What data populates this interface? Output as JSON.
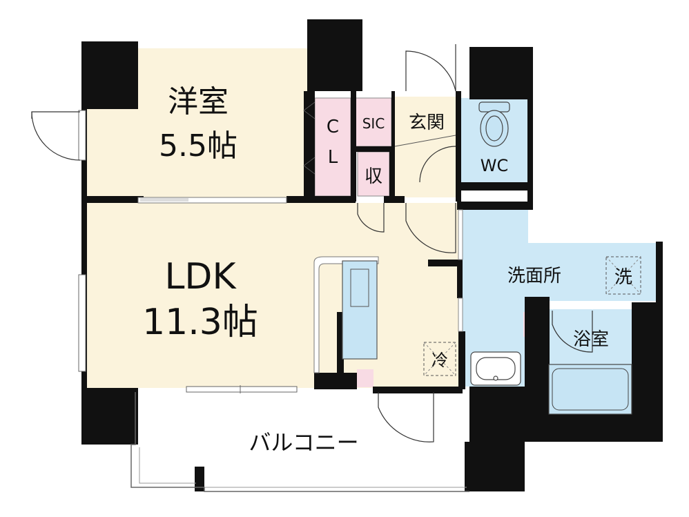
{
  "rooms": {
    "western": {
      "name": "洋室",
      "size": "5.5帖"
    },
    "closet": {
      "c": "C",
      "l": "L"
    },
    "sic": "SIC",
    "storage": "収",
    "entrance": "玄関",
    "wc": "WC",
    "ldk": {
      "name": "LDK",
      "size": "11.3帖"
    },
    "washroom": "洗面所",
    "washer": "洗",
    "fridge": "冷",
    "bath": "浴室",
    "balcony": "バルコニー"
  },
  "colors": {
    "wall": "#111111",
    "room_floor": "#fbf3dc",
    "wet_area": "#cde8f6",
    "storage": "#f8dbe4",
    "fixture": "#c6e4f4"
  }
}
